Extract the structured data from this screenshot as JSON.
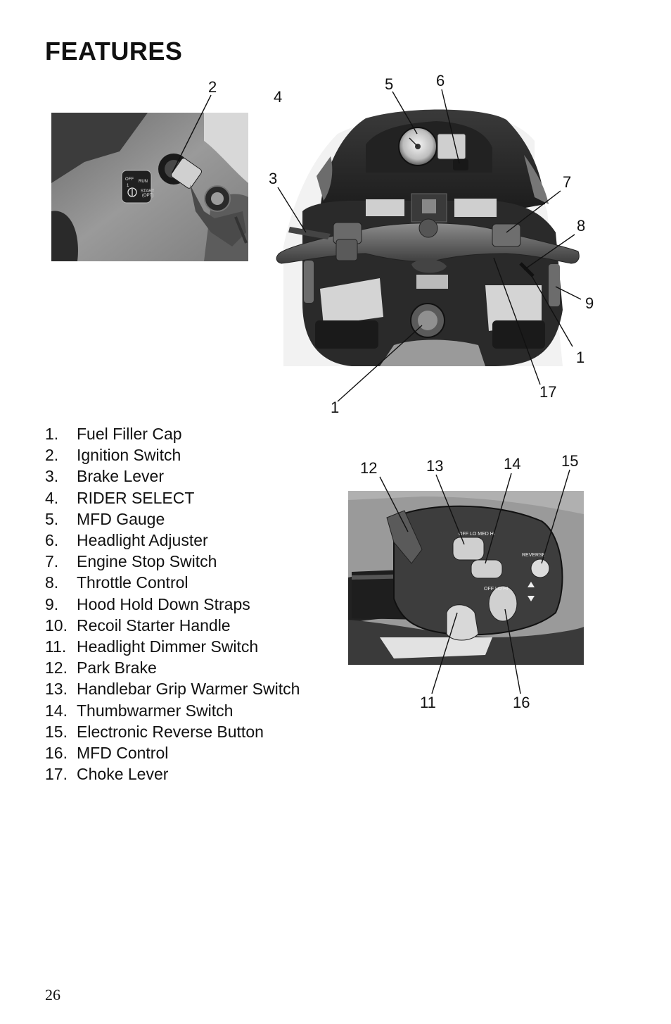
{
  "page": {
    "title": "FEATURES",
    "page_number": "26"
  },
  "photos": {
    "ignition": {
      "panel_labels": [
        "OFF",
        "1",
        "RUN",
        "START",
        "(OPT)"
      ]
    },
    "console": {
      "callouts": [
        "2",
        "4",
        "5",
        "6",
        "3",
        "7",
        "8",
        "9",
        "1",
        "17",
        "1"
      ]
    },
    "handlebar": {
      "switch_labels": [
        "OFF LO MED HI",
        "REVERSE",
        "OFF LO HI"
      ],
      "callouts": [
        "12",
        "13",
        "14",
        "15",
        "11",
        "16"
      ]
    }
  },
  "features": [
    {
      "num": "1.",
      "label": "Fuel Filler Cap"
    },
    {
      "num": "2.",
      "label": "Ignition Switch"
    },
    {
      "num": "3.",
      "label": "Brake Lever"
    },
    {
      "num": "4.",
      "label": "RIDER SELECT"
    },
    {
      "num": "5.",
      "label": "MFD Gauge"
    },
    {
      "num": "6.",
      "label": "Headlight Adjuster"
    },
    {
      "num": "7.",
      "label": "Engine Stop Switch"
    },
    {
      "num": "8.",
      "label": "Throttle Control"
    },
    {
      "num": "9.",
      "label": "Hood Hold Down Straps"
    },
    {
      "num": "10.",
      "label": "Recoil Starter Handle"
    },
    {
      "num": "11.",
      "label": "Headlight Dimmer Switch"
    },
    {
      "num": "12.",
      "label": "Park Brake"
    },
    {
      "num": "13.",
      "label": "Handlebar Grip Warmer Switch"
    },
    {
      "num": "14.",
      "label": "Thumbwarmer Switch"
    },
    {
      "num": "15.",
      "label": "Electronic Reverse Button"
    },
    {
      "num": "16.",
      "label": "MFD Control"
    },
    {
      "num": "17.",
      "label": "Choke Lever"
    }
  ]
}
